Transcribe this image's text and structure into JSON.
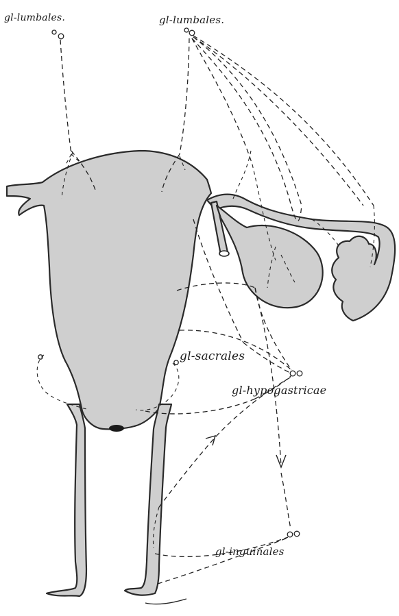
{
  "labels": {
    "lumbales_left": "gl-lumbales.",
    "lumbales_right": "gl-lumbales.",
    "sacrales": "gl-sacrales",
    "hypogastricae": "gl-hypogastricae",
    "inguinales": "gl-inguinales"
  },
  "colors": {
    "organ_fill": "#cfcfcf",
    "ink": "#222222"
  }
}
